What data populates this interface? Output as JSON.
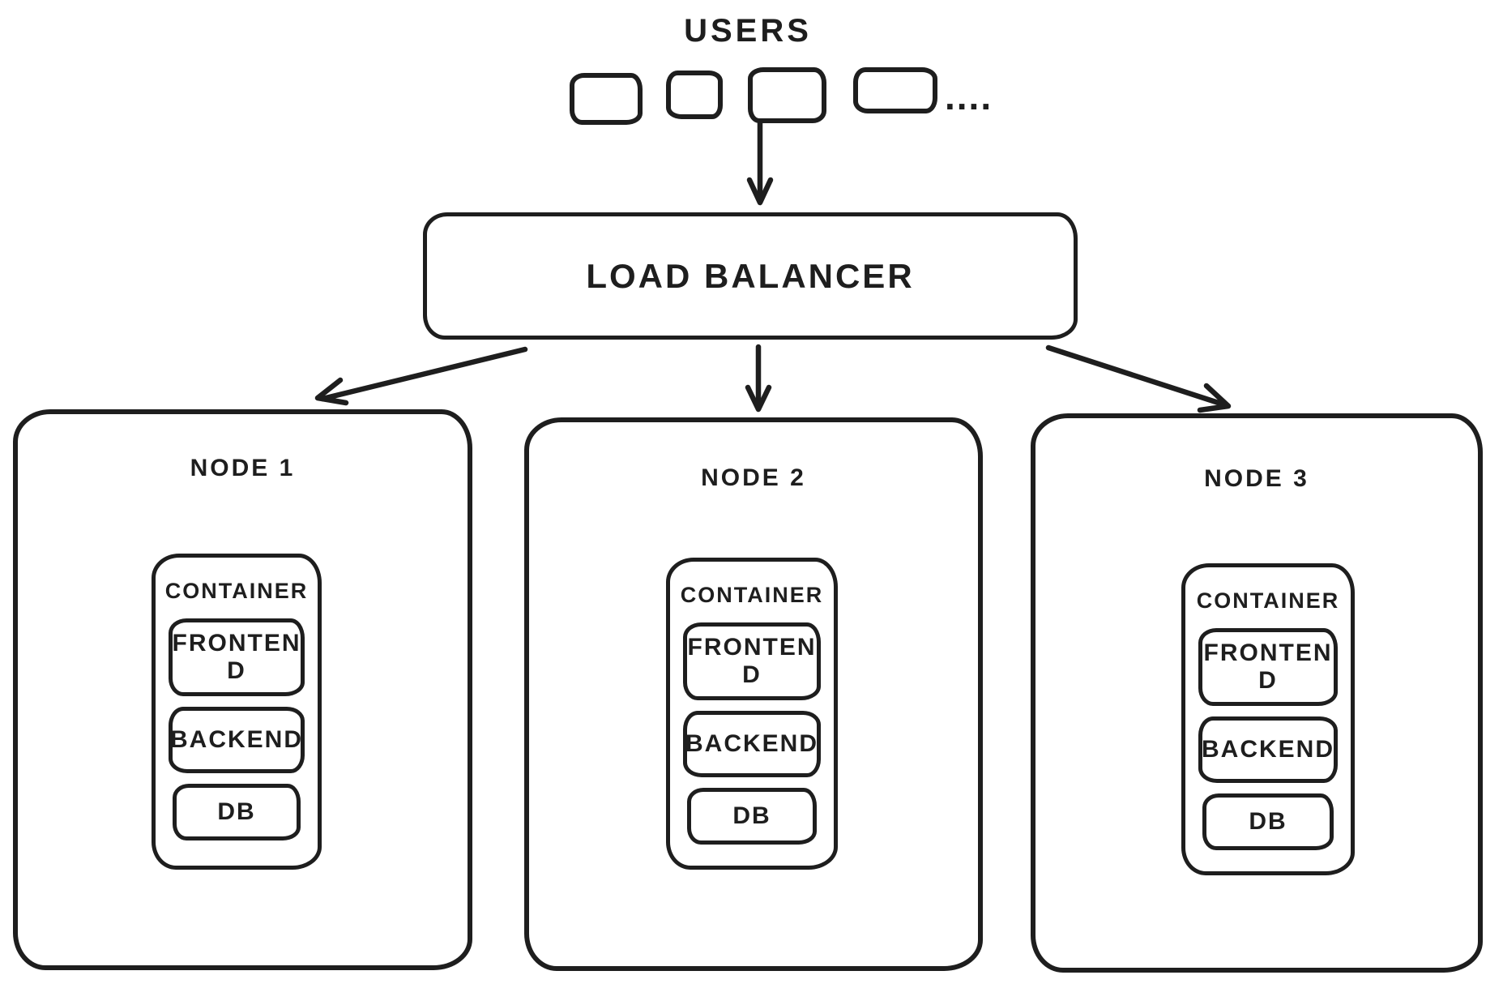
{
  "users": {
    "label": "USERS",
    "ellipsis": "....",
    "device_box_count": 4
  },
  "load_balancer": {
    "label": "LOAD BALANCER"
  },
  "nodes": [
    {
      "label": "NODE 1",
      "container": {
        "label": "CONTAINER",
        "frontend": "FRONTEN\nD",
        "backend": "BACKEND",
        "db": "DB"
      }
    },
    {
      "label": "NODE 2",
      "container": {
        "label": "CONTAINER",
        "frontend": "FRONTEN\nD",
        "backend": "BACKEND",
        "db": "DB"
      }
    },
    {
      "label": "NODE 3",
      "container": {
        "label": "CONTAINER",
        "frontend": "FRONTEN\nD",
        "backend": "BACKEND",
        "db": "DB"
      }
    }
  ],
  "edges": [
    {
      "from": "users",
      "to": "load-balancer"
    },
    {
      "from": "load-balancer",
      "to": "node-1"
    },
    {
      "from": "load-balancer",
      "to": "node-2"
    },
    {
      "from": "load-balancer",
      "to": "node-3"
    }
  ],
  "colors": {
    "stroke": "#1e1e1e",
    "background": "#ffffff"
  }
}
